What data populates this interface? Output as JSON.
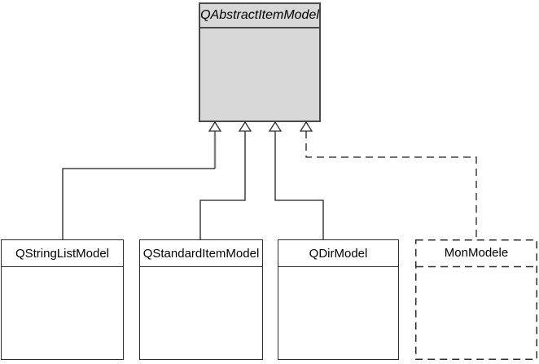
{
  "diagram": {
    "type": "uml-class-inheritance",
    "background_color": "#ffffff",
    "superclass": {
      "name": "QAbstractItemModel",
      "abstract": true,
      "fill_color": "#d8d8d8",
      "border_color": "#4a4a4a"
    },
    "subclasses": [
      {
        "name": "QStringListModel",
        "border_style": "solid"
      },
      {
        "name": "QStandardItemModel",
        "border_style": "solid"
      },
      {
        "name": "QDirModel",
        "border_style": "solid"
      },
      {
        "name": "MonModele",
        "border_style": "dashed"
      }
    ],
    "relations": [
      {
        "from": "QStringListModel",
        "to": "QAbstractItemModel",
        "type": "generalization",
        "line_style": "solid",
        "note": "vertical segment near arrowhead highlighted gray"
      },
      {
        "from": "QStandardItemModel",
        "to": "QAbstractItemModel",
        "type": "generalization",
        "line_style": "solid"
      },
      {
        "from": "QDirModel",
        "to": "QAbstractItemModel",
        "type": "generalization",
        "line_style": "solid"
      },
      {
        "from": "MonModele",
        "to": "QAbstractItemModel",
        "type": "generalization",
        "line_style": "dashed"
      }
    ],
    "colors": {
      "line": "#1f1f1f",
      "highlighted_segment": "#808080",
      "box_border": "#2e2e2e",
      "abstract_fill": "#d8d8d8",
      "text": "#000000"
    }
  }
}
